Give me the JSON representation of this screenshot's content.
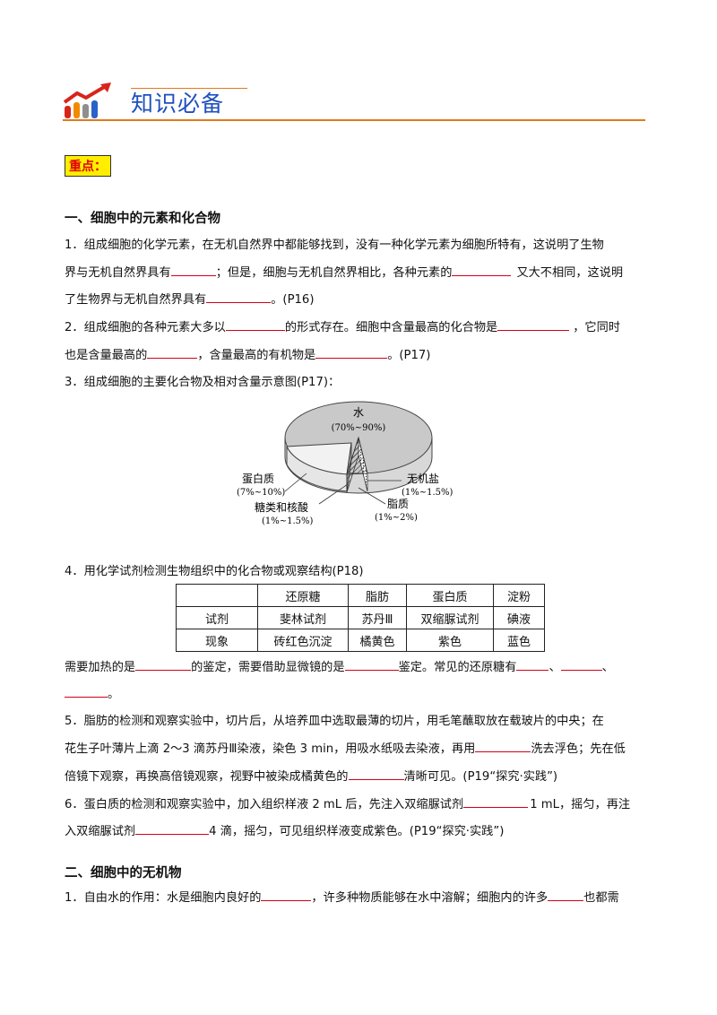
{
  "header": {
    "title": "知识必备"
  },
  "focus_label": "重点：",
  "section1": {
    "title": "一、细胞中的元素和化合物",
    "p1_a": "1．组成细胞的化学元素，在无机自然界中都能够找到，没有一种化学元素为细胞所特有，这说明了生物",
    "p1_b1": "界与无机自然界具有",
    "p1_b2": "；但是，细胞与无机自然界相比，各种元素的",
    "p1_b3": "又大不相同，这说明",
    "p1_c1": "了生物界与无机自然界具有",
    "p1_c2": "。(P16)",
    "p2_a1": "2．组成细胞的各种元素大多以",
    "p2_a2": "的形式存在。细胞中含量最高的化合物是",
    "p2_a3": "，它同时",
    "p2_b1": "也是含量最高的",
    "p2_b2": "，含量最高的有机物是",
    "p2_b3": "。(P17)",
    "p3": "3．组成细胞的主要化合物及相对含量示意图(P17)：",
    "pie": {
      "water": "水",
      "water_pct": "(70%~90%)",
      "protein": "蛋白质",
      "protein_pct": "(7%~10%)",
      "salt": "无机盐",
      "salt_pct": "(1%~1.5%)",
      "sugar": "糖类和核酸",
      "sugar_pct": "(1%~1.5%)",
      "lipid": "脂质",
      "lipid_pct": "(1%~2%)"
    },
    "p4": "4．用化学试剂检测生物组织中的化合物或观察结构(P18)",
    "table": {
      "header": [
        "",
        "还原糖",
        "脂肪",
        "蛋白质",
        "淀粉"
      ],
      "rows": [
        [
          "试剂",
          "斐林试剂",
          "苏丹Ⅲ",
          "双缩脲试剂",
          "碘液"
        ],
        [
          "现象",
          "砖红色沉淀",
          "橘黄色",
          "紫色",
          "蓝色"
        ]
      ]
    },
    "p4_after1": "需要加热的是",
    "p4_after2": "的鉴定，需要借助显微镜的是",
    "p4_after3": "鉴定。常见的还原糖有",
    "p4_after4": "、",
    "p4_after5": "、",
    "p4_after6": "。",
    "p5_a": "5．脂肪的检测和观察实验中，切片后，从培养皿中选取最薄的切片，用毛笔蘸取放在载玻片的中央；在",
    "p5_b1": "花生子叶薄片上滴 2～3 滴苏丹Ⅲ染液，染色 3 min，用吸水纸吸去染液，再用",
    "p5_b2": "洗去浮色；先在低",
    "p5_c1": "倍镜下观察，再换高倍镜观察，视野中被染成橘黄色的",
    "p5_c2": "清晰可见。(P19“探究·实践”)",
    "p6_a1": "6．蛋白质的检测和观察实验中，加入组织样液 2 mL 后，先注入双缩脲试剂",
    "p6_a2": "1 mL，摇匀，再注",
    "p6_b1": "入双缩脲试剂",
    "p6_b2": "4 滴，摇匀，可见组织样液变成紫色。(P19“探究·实践”)"
  },
  "section2": {
    "title": "二、细胞中的无机物",
    "p1_1": "1．自由水的作用：水是细胞内良好的",
    "p1_2": "，许多种物质能够在水中溶解；细胞内的许多",
    "p1_3": "也都需"
  }
}
